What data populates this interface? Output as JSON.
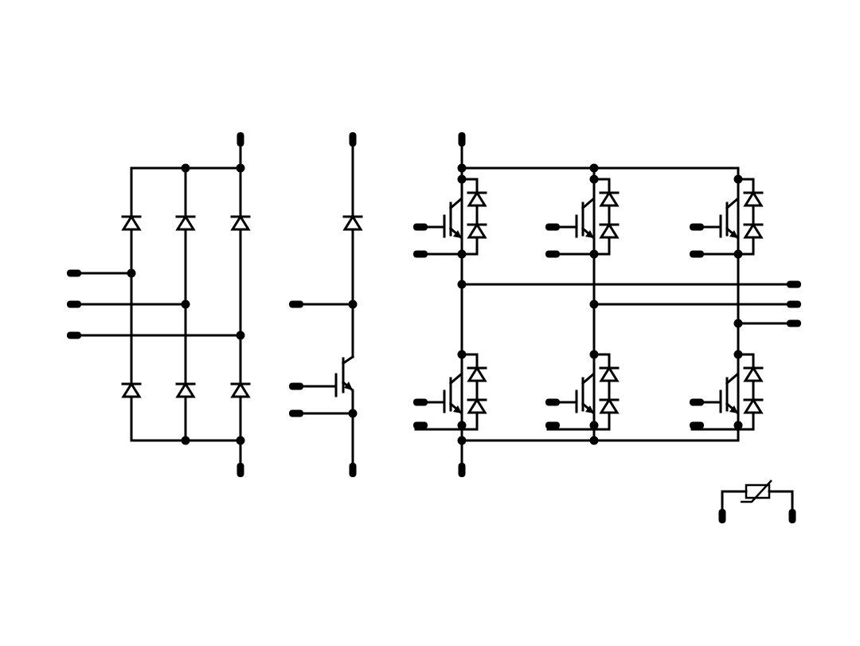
{
  "diagram": {
    "colors": {
      "line": "#000000",
      "background": "#ffffff"
    },
    "blocks": [
      {
        "name": "rectifier-bridge",
        "devices": "diode",
        "count": 6
      },
      {
        "name": "brake-chopper",
        "devices": "igbt-with-diode",
        "count": 1
      },
      {
        "name": "inverter-bridge",
        "devices": "igbt-with-antiparallel-diode",
        "count": 6
      },
      {
        "name": "ntc-thermistor",
        "devices": "thermistor",
        "count": 1
      }
    ],
    "icons": {
      "terminal": "terminal-pin-icon",
      "junction": "junction-dot-icon",
      "diode": "diode-icon",
      "igbt": "igbt-icon",
      "thermistor": "thermistor-icon"
    }
  }
}
